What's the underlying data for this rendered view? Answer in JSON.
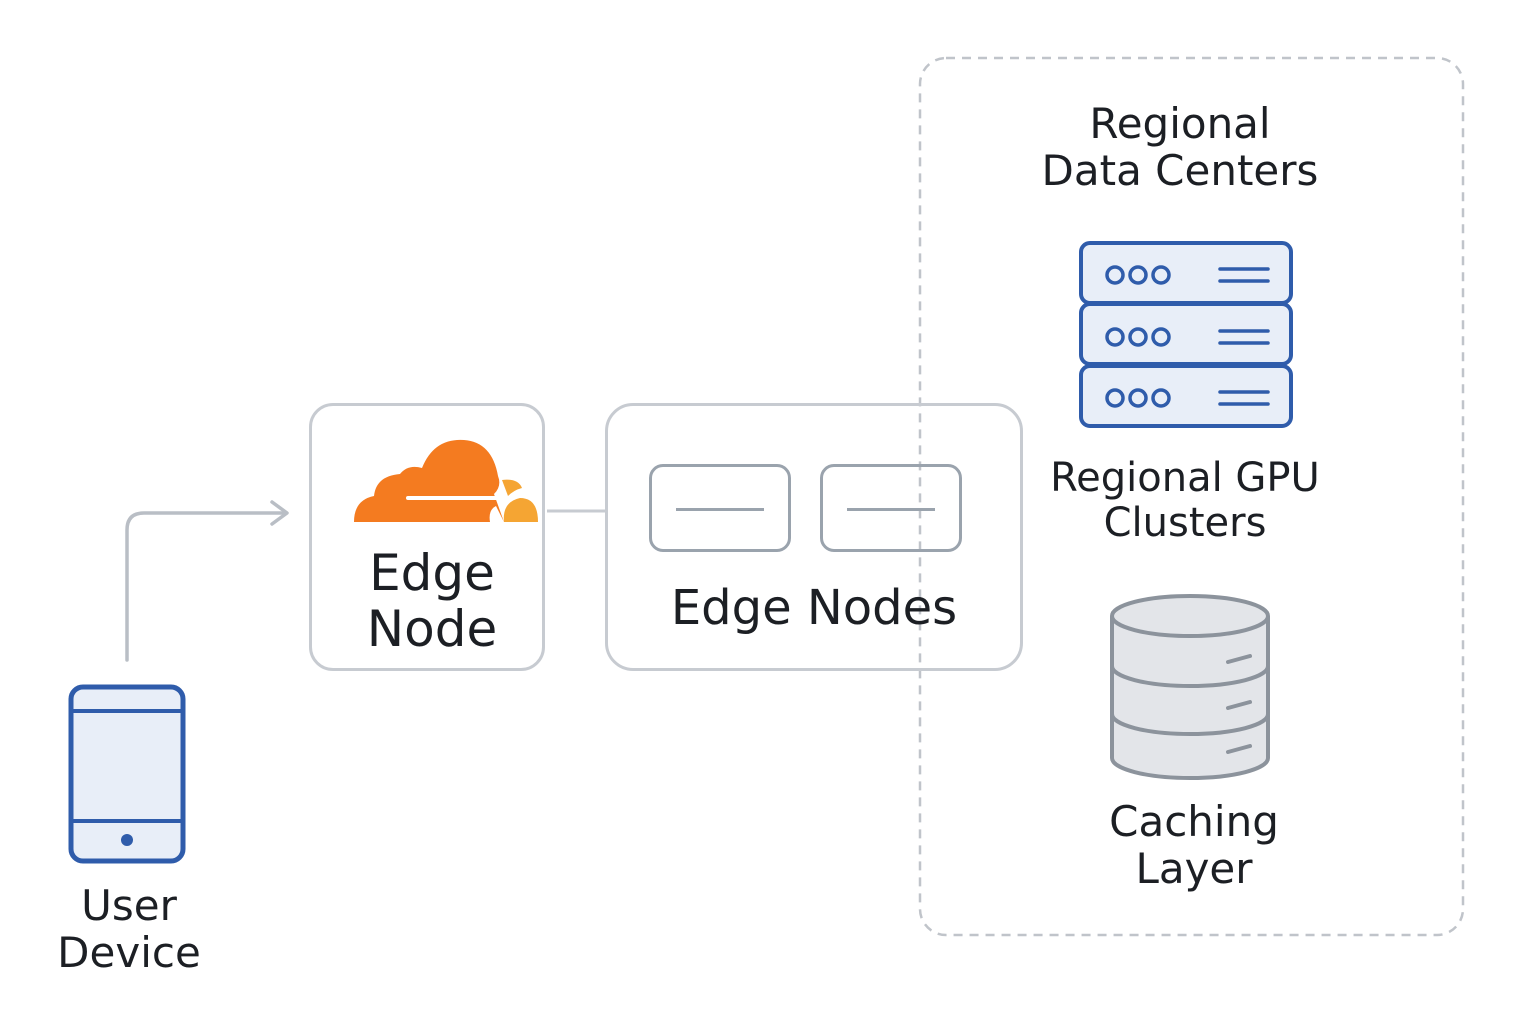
{
  "colors": {
    "ink": "#1c1f24",
    "outline_gray": "#c7cbd1",
    "card_line": "#9aa3ad",
    "blue": "#2f5cab",
    "blue_fill": "#e8eef8",
    "cloud_orange": "#f47b20",
    "cloud_amber": "#f5a533",
    "db_fill": "#e3e5e9",
    "db_line": "#8c939c"
  },
  "user_device": {
    "icon": "smartphone-icon",
    "label_line1": "User",
    "label_line2": "Device"
  },
  "edge_node": {
    "icon": "cloud-logo-icon",
    "label_line1": "Edge",
    "label_line2": "Node"
  },
  "edge_nodes": {
    "label": "Edge Nodes",
    "cards": [
      "edge-card",
      "edge-card"
    ]
  },
  "regional": {
    "title_line1": "Regional",
    "title_line2": "Data Centers",
    "gpu": {
      "icon": "server-rack-icon",
      "label_line1": "Regional GPU",
      "label_line2": "Clusters"
    },
    "cache": {
      "icon": "database-icon",
      "label_line1": "Caching",
      "label_line2": "Layer"
    }
  }
}
